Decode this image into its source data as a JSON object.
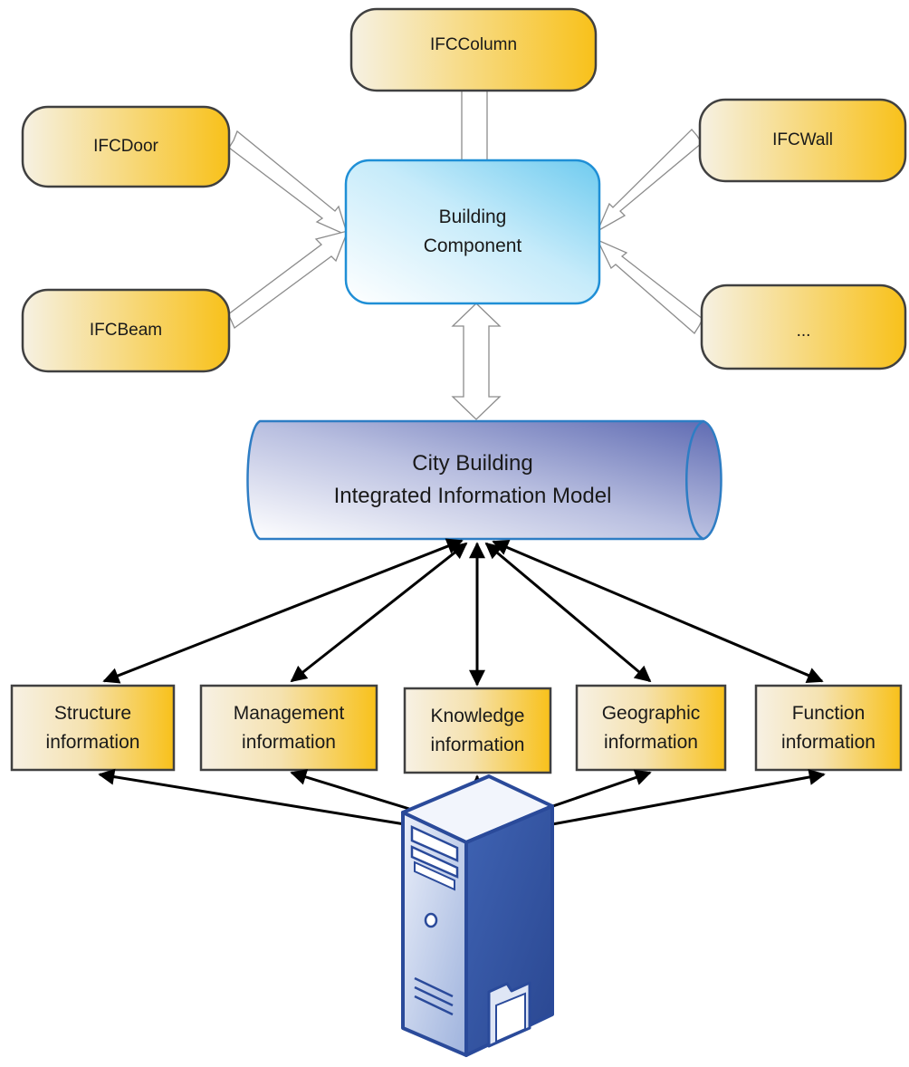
{
  "components": [
    {
      "label": "IFCColumn"
    },
    {
      "label": "IFCDoor"
    },
    {
      "label": "IFCWall"
    },
    {
      "label": "IFCBeam"
    },
    {
      "label": "..."
    }
  ],
  "building_component": {
    "line1": "Building",
    "line2": "Component"
  },
  "model": {
    "line1": "City Building",
    "line2": "Integrated Information Model"
  },
  "info_boxes": [
    {
      "line1": "Structure",
      "line2": "information"
    },
    {
      "line1": "Management",
      "line2": "information"
    },
    {
      "line1": "Knowledge",
      "line2": "information"
    },
    {
      "line1": "Geographic",
      "line2": "information"
    },
    {
      "line1": "Function",
      "line2": "information"
    }
  ],
  "colors": {
    "component_fill_start": "#f5f0e1",
    "component_fill_end": "#f9c21c",
    "component_border": "#404040",
    "building_component_fill": "#b9e4f7",
    "building_component_border": "#1f8fd6",
    "model_fill": "#6f7ab8",
    "model_border": "#2e7dc4",
    "arrow": "#000000",
    "hollow_arrow_fill": "#ffffff",
    "hollow_arrow_stroke": "#8c8c8c",
    "server_body": "#3f5fa8"
  },
  "icons": {
    "server": "server-icon"
  }
}
